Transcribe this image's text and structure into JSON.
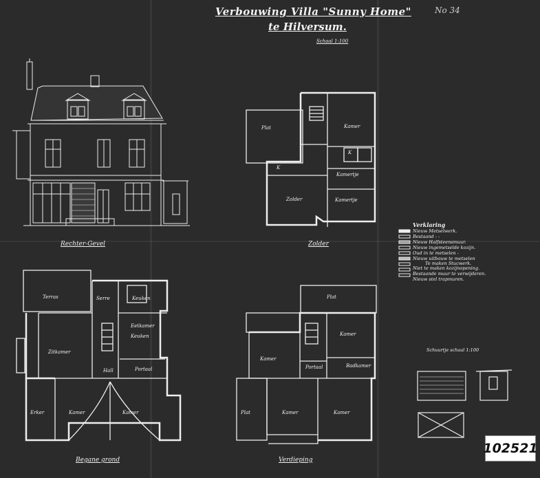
{
  "title": "Verbouwing Villa \"Sunny Home\"",
  "subtitle": "te Hilversum.",
  "scale": "Schaal 1:100",
  "sheet_number": "No 34",
  "stamp_number": "102521",
  "drawings": {
    "elevation_caption": "Rechter-Gevel",
    "attic_caption": "Zolder",
    "ground_caption": "Begane grond",
    "first_caption": "Verdieping",
    "shed_caption": "Schuurtje schaal 1:100"
  },
  "rooms": {
    "attic": [
      "Plat",
      "Kamer",
      "Kamertje",
      "Zolder",
      "Kamertje",
      "K",
      "K"
    ],
    "ground": [
      "Terras",
      "Serre",
      "Keuken",
      "Zitkamer",
      "Keuken",
      "Hall",
      "Kamer",
      "Kamer",
      "Erker",
      "Portaal",
      "Eetkamer"
    ],
    "first": [
      "Plat",
      "Kamer",
      "Kamer",
      "Portaal",
      "Badkamer",
      "Kamer",
      "Kamer",
      "Plat"
    ]
  },
  "legend": {
    "heading": "Verklaring",
    "items": [
      "Nieuw Metselwerk.",
      "Bestaand  -  -",
      "Nieuw Halfsteensmuur.",
      "Nieuw ingemetselde kozijn.",
      "Oud in te metselen -",
      "Nieuw uitbouw te metselen",
      "Te maken Stucwerk.",
      "Niet te maken kozijnopening.",
      "Bestaande muur te verwijderen.",
      "Nieuw stel trapmuren."
    ]
  },
  "colors": {
    "paper": "#2b2b2b",
    "ink": "#f2f2f2",
    "stamp_bg": "#ffffff",
    "stamp_ink": "#111111"
  }
}
